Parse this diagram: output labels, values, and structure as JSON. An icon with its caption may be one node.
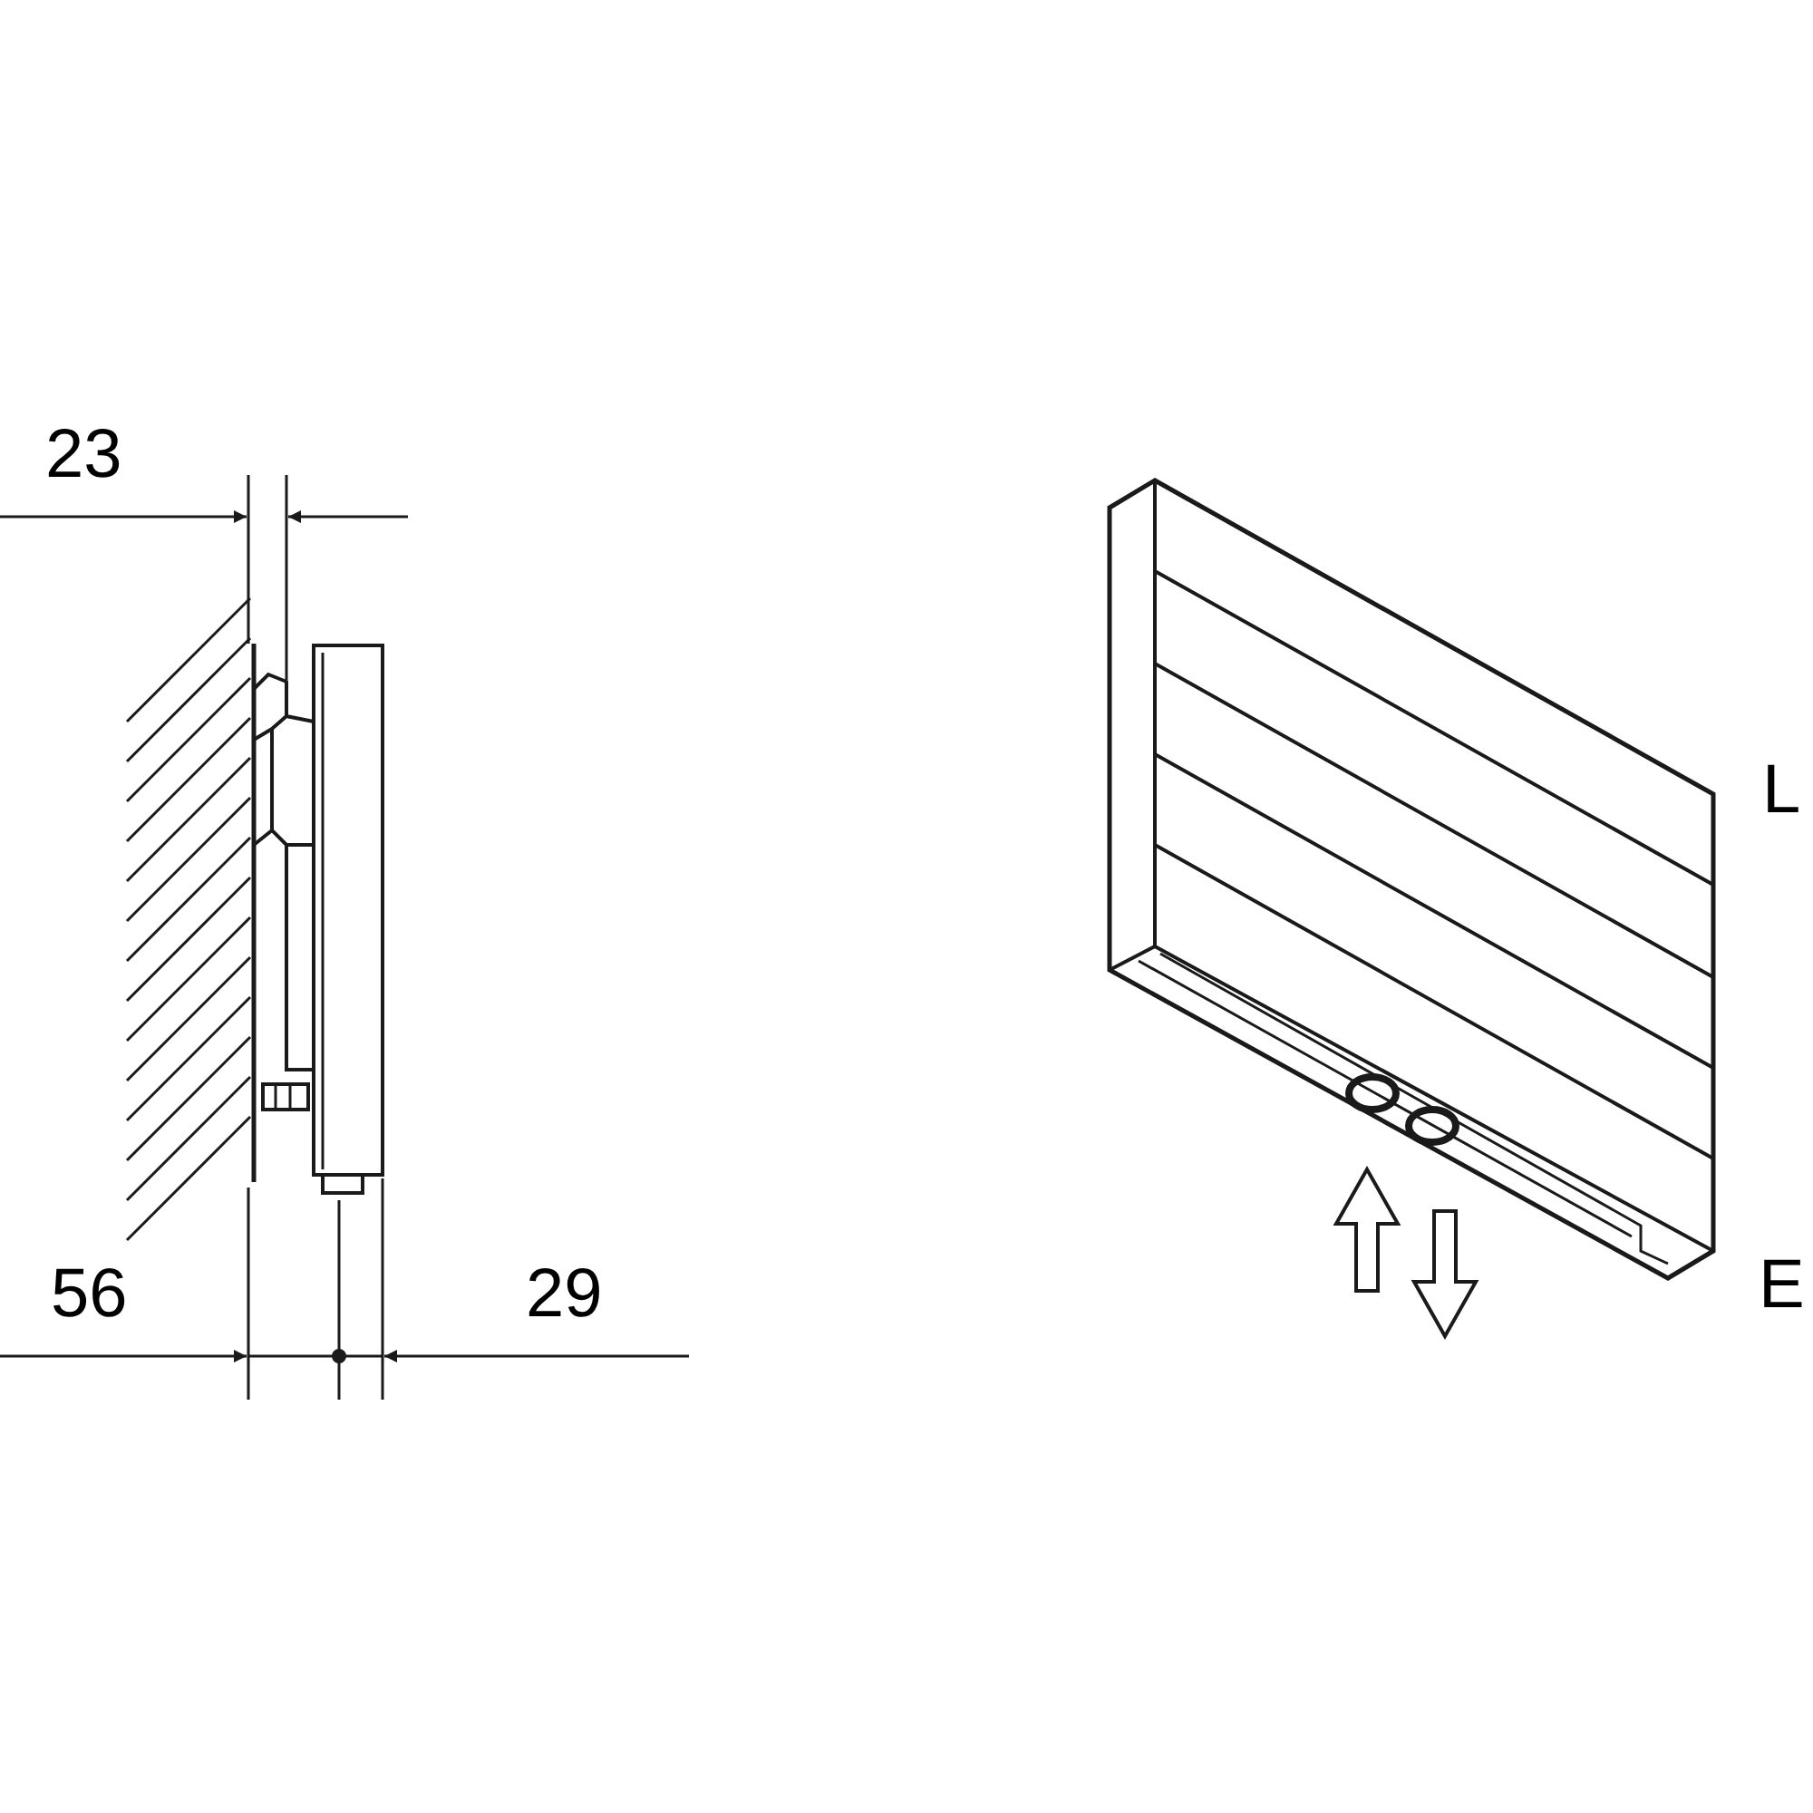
{
  "diagram": {
    "labels": [
      "23",
      "56",
      "29",
      "L",
      "E"
    ]
  }
}
